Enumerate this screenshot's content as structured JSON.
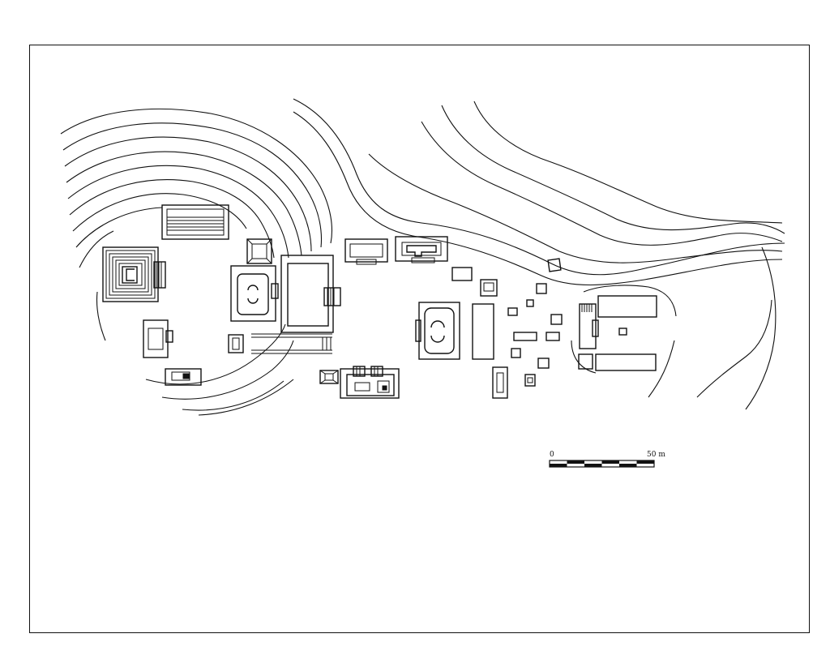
{
  "scale_bar": {
    "start_label": "0",
    "end_label": "50 m",
    "segments": 6
  },
  "colors": {
    "ink": "#111111",
    "paper": "#ffffff"
  }
}
